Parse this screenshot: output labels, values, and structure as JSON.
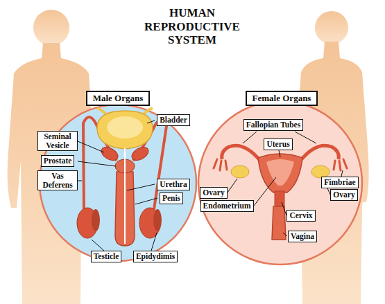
{
  "diagram": {
    "title": "HUMAN REPRODUCTIVE SYSTEM",
    "nodes": [
      {
        "text": [
          "Male Organs"
        ]
      },
      {
        "text": [
          "Female Organs"
        ]
      },
      {
        "text": [
          "Bladder"
        ]
      },
      {
        "text": [
          "Seminal Vesicle"
        ]
      },
      {
        "text": [
          "Fallopian Tubes"
        ]
      },
      {
        "text": [
          "Uterus"
        ]
      },
      {
        "text": [
          "Prostate"
        ]
      },
      {
        "text": [
          "Vas Deferens"
        ]
      },
      {
        "text": [
          "Urethra"
        ]
      },
      {
        "text": [
          "Penis"
        ]
      },
      {
        "text": [
          "Ovary"
        ]
      },
      {
        "text": [
          "Fimbriae"
        ]
      },
      {
        "text": [
          "Ovary"
        ]
      },
      {
        "text": [
          "Endometrium"
        ]
      },
      {
        "text": [
          "Cervix"
        ]
      },
      {
        "text": [
          "Vagina"
        ]
      },
      {
        "text": [
          "Testicle"
        ]
      },
      {
        "text": [
          "Epidydimis"
        ]
      }
    ]
  }
}
